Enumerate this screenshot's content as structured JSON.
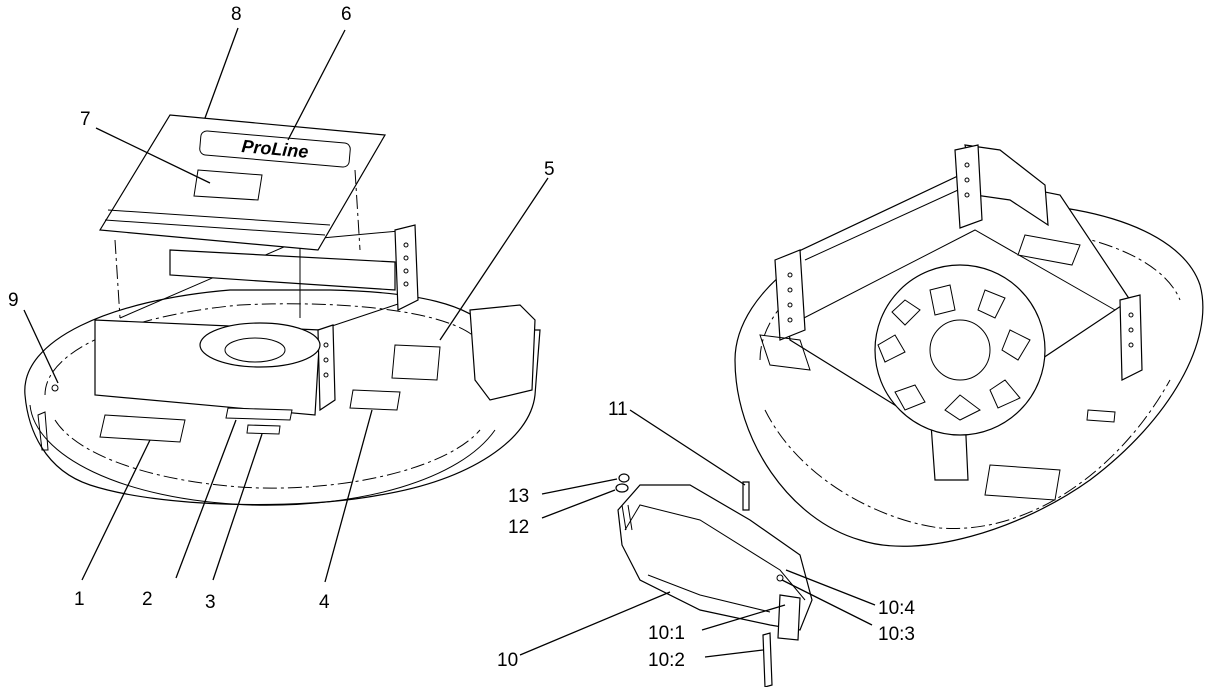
{
  "callouts": {
    "c1": "1",
    "c2": "2",
    "c3": "3",
    "c4": "4",
    "c5": "5",
    "c6": "6",
    "c7": "7",
    "c8": "8",
    "c9": "9",
    "c10": "10",
    "c10_1": "10:1",
    "c10_2": "10:2",
    "c10_3": "10:3",
    "c10_4": "10:4",
    "c11": "11",
    "c12": "12",
    "c13": "13"
  },
  "cover_logo": "ProLine",
  "line_color": "#000000",
  "background": "#ffffff"
}
